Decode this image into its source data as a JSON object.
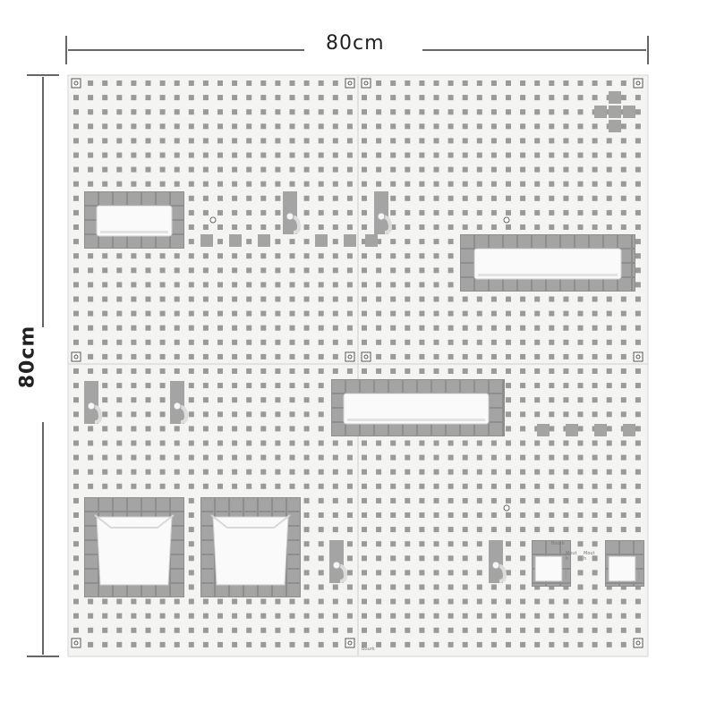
{
  "dimensions": {
    "width_label": "80cm",
    "height_label": "80cm"
  },
  "panel_grid": {
    "columns": 2,
    "rows": 2
  },
  "colors": {
    "board": "#f4f4f2",
    "hole": "#9a9a9a",
    "accessory_base": "#8e8e8e",
    "accessory_tile": "#a4a4a4",
    "accessory_body": "#fafafa",
    "dimension_line": "#333333"
  },
  "accessories": {
    "small_shelf": "shelf",
    "long_shelf_right": "long-shelf",
    "long_shelf_center": "long-shelf",
    "storage_box_left": "storage-box",
    "storage_box_right": "storage-box",
    "cross_ornament": "cross",
    "hooks": "hook",
    "mini_boxes": "mini-box"
  },
  "mini_labels": {
    "brand": "Bourk",
    "mouth": "Mout\nh",
    "bottom_brand": "Bourk"
  }
}
